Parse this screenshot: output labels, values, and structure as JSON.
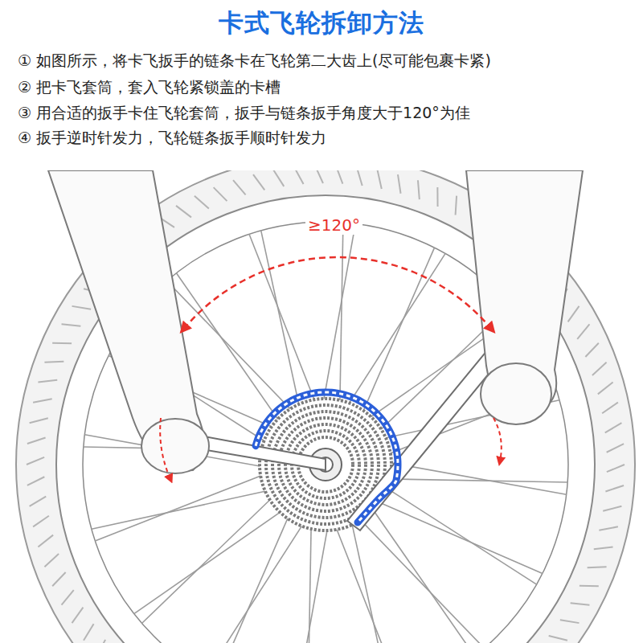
{
  "diagram": {
    "title": "卡式飞轮拆卸方法",
    "labels": [
      "① 如图所示，将卡飞扳手的链条卡在飞轮第二大齿上(尽可能包裹卡紧)",
      "② 把卡飞套筒，套入飞轮紧锁盖的卡槽",
      "③ 用合适的扳手卡住飞轮套筒，扳手与链条扳手角度大于120°为佳",
      "④ 扳手逆时针发力，飞轮链条扳手顺时针发力",
      "≥120°"
    ]
  }
}
